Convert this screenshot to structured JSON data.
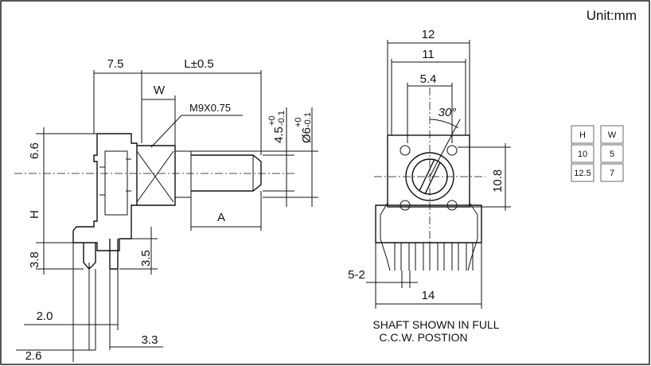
{
  "unit_label": "Unit:mm",
  "side_view": {
    "dims": {
      "d75": "7.5",
      "L": "L±0.5",
      "W": "W",
      "thread": "M9X0.75",
      "d45_base": "4.5",
      "d45_tol_up": "+0",
      "d45_tol_dn": "-0.1",
      "d6_base": "Ø6",
      "d6_tol_up": "+0",
      "d6_tol_dn": "-0.1",
      "d66": "6.6",
      "H": "H",
      "A": "A",
      "d38": "3.8",
      "d35": "3.5",
      "d20": "2.0",
      "d33": "3.3",
      "d26": "2.6"
    }
  },
  "front_view": {
    "dims": {
      "d12": "12",
      "d11": "11",
      "d54": "5.4",
      "angle": "30°",
      "d108": "10.8",
      "d52": "5-2",
      "d14": "14"
    },
    "caption_line1": "SHAFT SHOWN IN FULL",
    "caption_line2": "C.C.W. POSTION"
  },
  "table": {
    "headers": [
      "H",
      "W"
    ],
    "rows": [
      [
        "10",
        "5"
      ],
      [
        "12.5",
        "7"
      ]
    ]
  }
}
